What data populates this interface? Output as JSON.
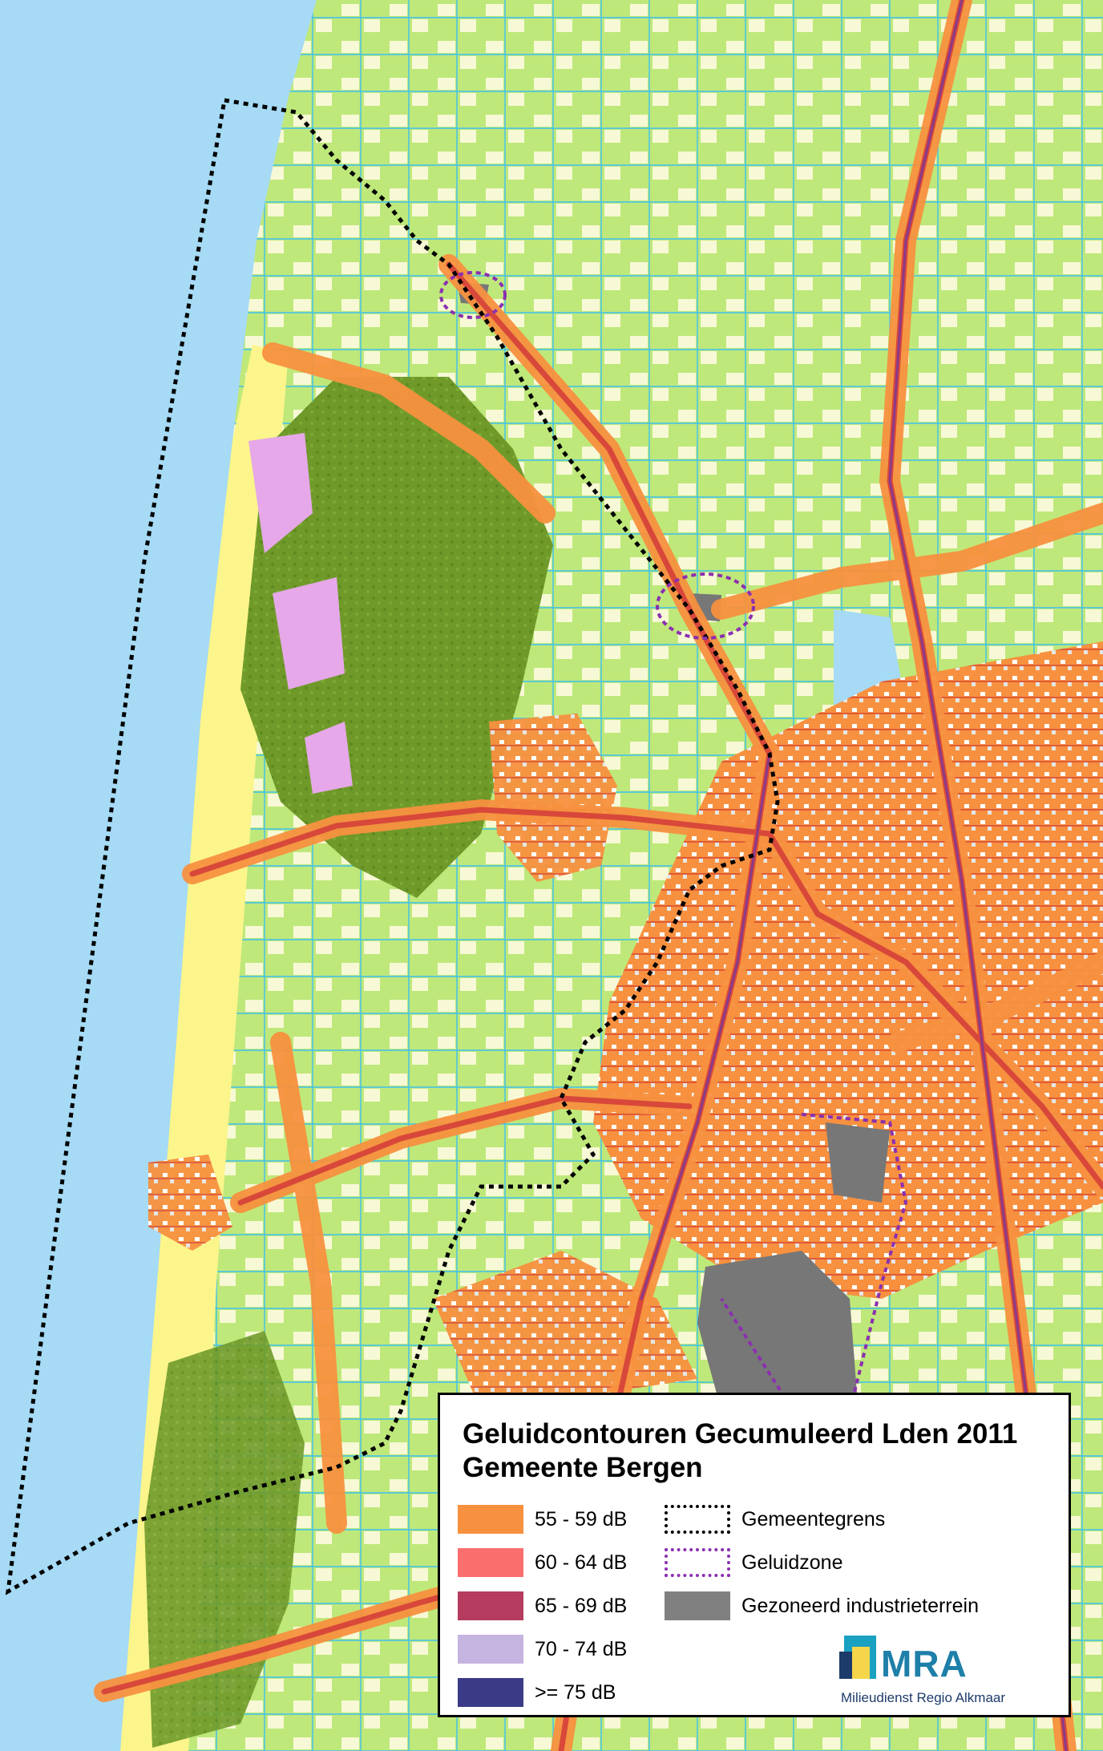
{
  "legend": {
    "title_line1": "Geluidcontouren Gecumuleerd Lden 2011",
    "title_line2": "Gemeente Bergen",
    "noise_classes": [
      {
        "label": "55 - 59 dB",
        "color": "#f7913f"
      },
      {
        "label": "60 - 64 dB",
        "color": "#fb6e6e"
      },
      {
        "label": "65 - 69 dB",
        "color": "#b53c5f"
      },
      {
        "label": "70 - 74 dB",
        "color": "#c5b4df"
      },
      {
        "label": ">= 75 dB",
        "color": "#3a3a86"
      }
    ],
    "boundaries": [
      {
        "label": "Gemeentegrens",
        "style": "dotted",
        "color": "#000000"
      },
      {
        "label": "Geluidzone",
        "style": "dotted",
        "color": "#8b2fb0"
      },
      {
        "label": "Gezoneerd industrieterrein",
        "style": "solid",
        "color": "#808080"
      }
    ]
  },
  "logo": {
    "brand": "MRA",
    "subtitle": "Milieudienst Regio Alkmaar",
    "colors": {
      "teal": "#1aa0c0",
      "yellow": "#f6d54a",
      "navy": "#1d3b6a"
    }
  },
  "map_colors": {
    "sea": "#a6daf5",
    "beach": "#fbf58c",
    "grass": "#bfe87a",
    "forest": "#6f9a2a",
    "field_light": "#f7f9d6",
    "water": "#3ec0ee",
    "road_noise": "#f7913f",
    "road_core": "#e05a3a",
    "heath": "#e6a8e8",
    "industry": "#777777"
  }
}
